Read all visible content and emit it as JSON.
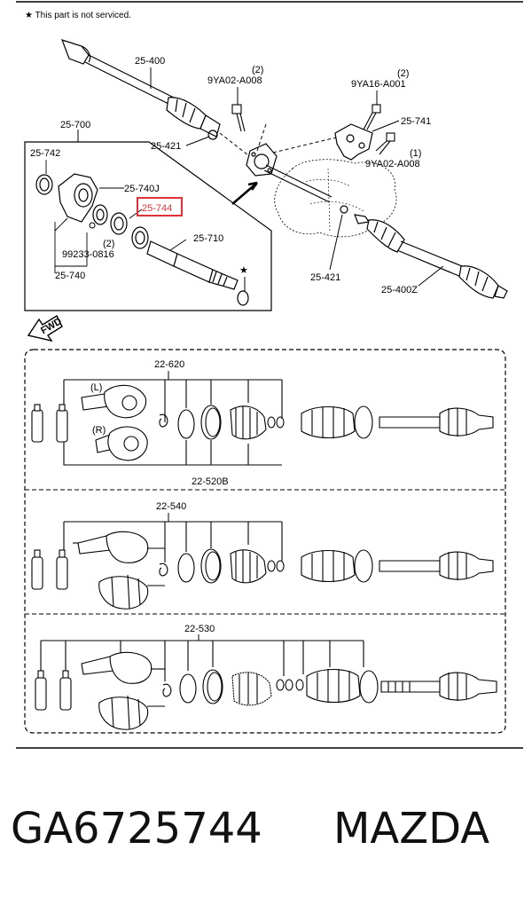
{
  "note": "★ This part is not serviced.",
  "labels": {
    "p25_400": "25-400",
    "p9va02_a008_a": "9YA02-A008",
    "qty_a": "(2)",
    "p9ya16_a001": "9YA16-A001",
    "qty_b": "(2)",
    "p25_741": "25-741",
    "p25_700": "25-700",
    "p25_421_top": "25-421",
    "qty_c": "(1)",
    "p9ya02_a008_b": "9YA02-A008",
    "p25_742": "25-742",
    "p25_740j": "25-740J",
    "p25_744": "25-744",
    "qty_d": "(2)",
    "p99233": "99233-0816",
    "p25_710": "25-710",
    "p25_740": "25-740",
    "p25_421_bot": "25-421",
    "p25_400z": "25-400Z",
    "fwd": "FWD",
    "l_side": "(L)",
    "r_side": "(R)",
    "p22_620": "22-620",
    "p22_520b": "22-520B",
    "p22_540": "22-540",
    "p22_530": "22-530",
    "star": "★"
  },
  "footer": {
    "part_number": "GA6725744",
    "brand": "MAZDA"
  },
  "colors": {
    "highlight": "#e0303a",
    "line": "#000000"
  }
}
